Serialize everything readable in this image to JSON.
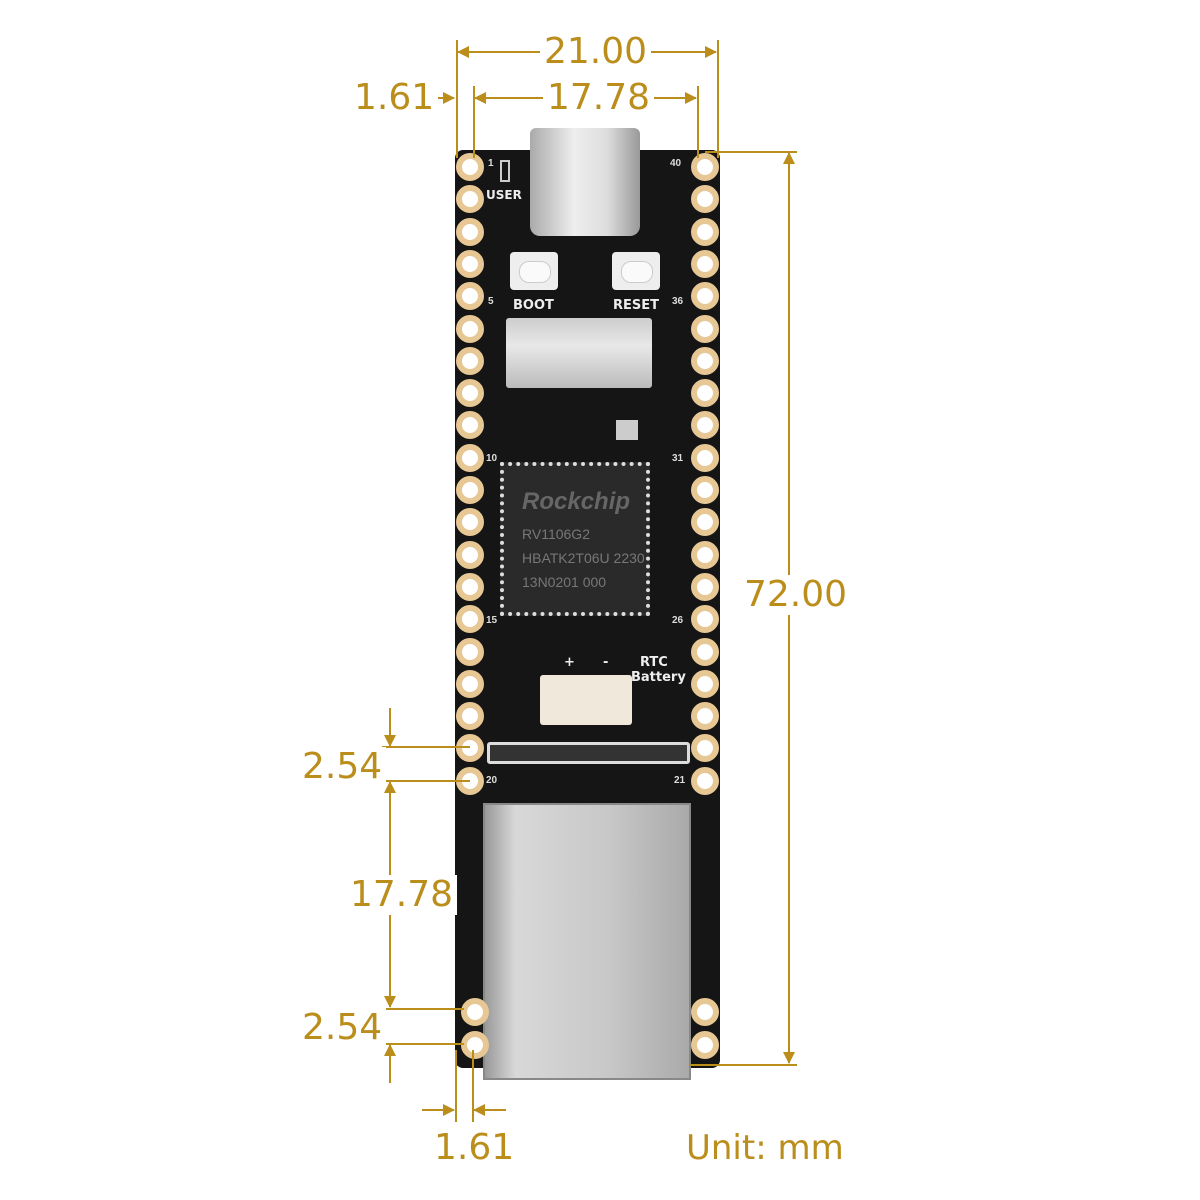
{
  "dimensions": {
    "overall_width": "21.00",
    "pin_row_span": "17.78",
    "top_edge_offset": "1.61",
    "overall_length": "72.00",
    "pin_pitch_upper": "2.54",
    "mount_hole_spacing": "17.78",
    "pin_pitch_lower": "2.54",
    "bottom_edge_offset": "1.61"
  },
  "unit_label": "Unit: mm",
  "board": {
    "labels": {
      "user": "USER",
      "boot": "BOOT",
      "reset": "RESET",
      "rtc": "RTC",
      "battery": "Battery",
      "plus": "+",
      "minus": "-"
    },
    "pin_numbers": {
      "p1": "1",
      "p5": "5",
      "p10": "10",
      "p15": "15",
      "p20": "20",
      "p21": "21",
      "p26": "26",
      "p31": "31",
      "p36": "36",
      "p40": "40"
    },
    "chip": {
      "brand": "Rockchip",
      "model": "RV1106G2",
      "line2": "HBATK2T06U  2230",
      "line3": "13N0201  000"
    }
  },
  "colors": {
    "dimension": "#bb8e1c",
    "pcb": "#151515",
    "pad": "#e7c794"
  }
}
